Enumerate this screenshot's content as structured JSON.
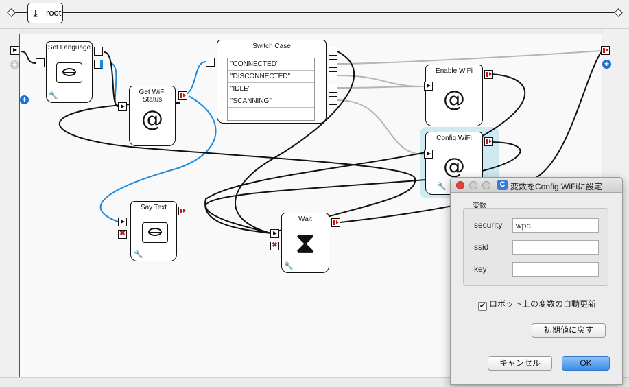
{
  "breadcrumb": {
    "icon": "down-arrow-icon",
    "label": "root"
  },
  "boxes": {
    "set_language": {
      "title": "Set Language"
    },
    "get_wifi_status": {
      "title": "Get WiFi Status",
      "glyph": "@"
    },
    "switch_case": {
      "title": "Switch Case",
      "cases": [
        "\"CONNECTED\"",
        "\"DISCONNECTED\"",
        "\"IDLE\"",
        "\"SCANNING\"",
        ""
      ]
    },
    "enable_wifi": {
      "title": "Enable WiFi",
      "glyph": "@"
    },
    "config_wifi": {
      "title": "Config WiFi",
      "glyph": "@"
    },
    "say_text": {
      "title": "Say Text"
    },
    "wait": {
      "title": "Wait"
    }
  },
  "colors": {
    "accent_blue": "#1a8ae0",
    "stop_red": "#d01010",
    "selection_glow": "#cfe9f2"
  },
  "dialog": {
    "title": "変数をConfig WiFiに設定",
    "app_icon_letter": "C",
    "group_label": "変数",
    "fields": [
      {
        "label": "security",
        "value": "wpa"
      },
      {
        "label": "ssid",
        "value": ""
      },
      {
        "label": "key",
        "value": ""
      }
    ],
    "auto_update_label": "ロボット上の変数の自動更新",
    "auto_update_checked": true,
    "reset_label": "初期値に戻す",
    "cancel_label": "キャンセル",
    "ok_label": "OK"
  }
}
